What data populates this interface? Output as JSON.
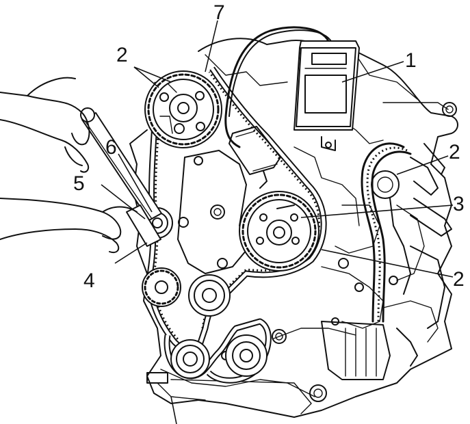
{
  "callouts": {
    "c1": "1",
    "c2_top": "2",
    "c2_right": "2",
    "c2_bottom": "2",
    "c3": "3",
    "c4": "4",
    "c5": "5",
    "c6": "6",
    "c7": "7"
  },
  "colors": {
    "ink": "#111111",
    "paper": "#ffffff"
  }
}
